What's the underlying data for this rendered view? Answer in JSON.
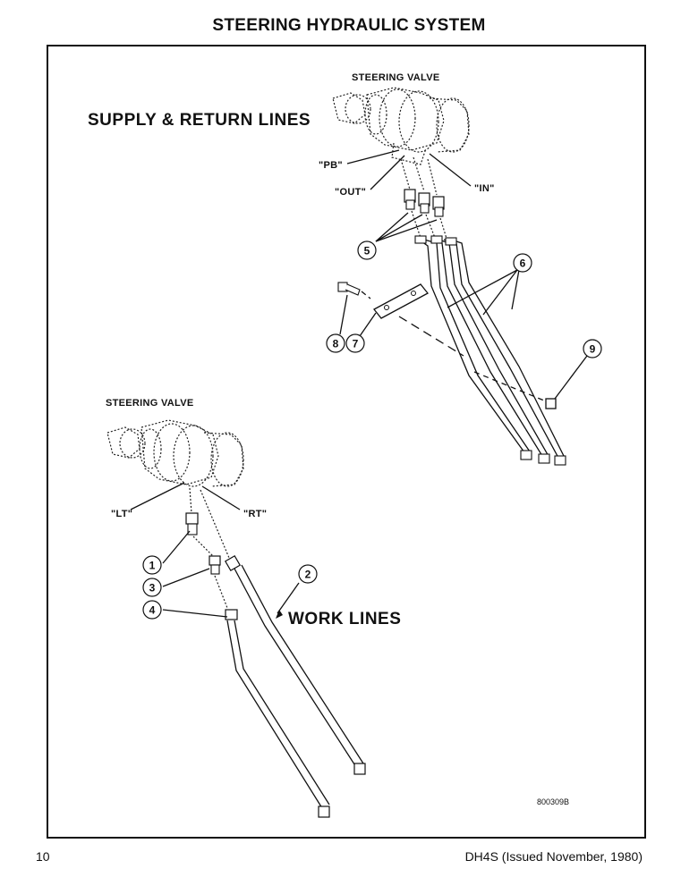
{
  "page": {
    "title": "STEERING HYDRAULIC SYSTEM",
    "page_number": "10",
    "document_id": "DH4S (Issued November, 1980)"
  },
  "diagram": {
    "supply_section": {
      "heading": "SUPPLY & RETURN LINES",
      "valve_label": "STEERING VALVE",
      "port_pb": "\"PB\"",
      "port_out": "\"OUT\"",
      "port_in": "\"IN\""
    },
    "work_section": {
      "heading": "WORK LINES",
      "valve_label": "STEERING VALVE",
      "port_lt": "\"LT\"",
      "port_rt": "\"RT\""
    },
    "callouts": [
      "1",
      "2",
      "3",
      "4",
      "5",
      "6",
      "7",
      "8",
      "9"
    ],
    "figure_code": "800309B"
  }
}
